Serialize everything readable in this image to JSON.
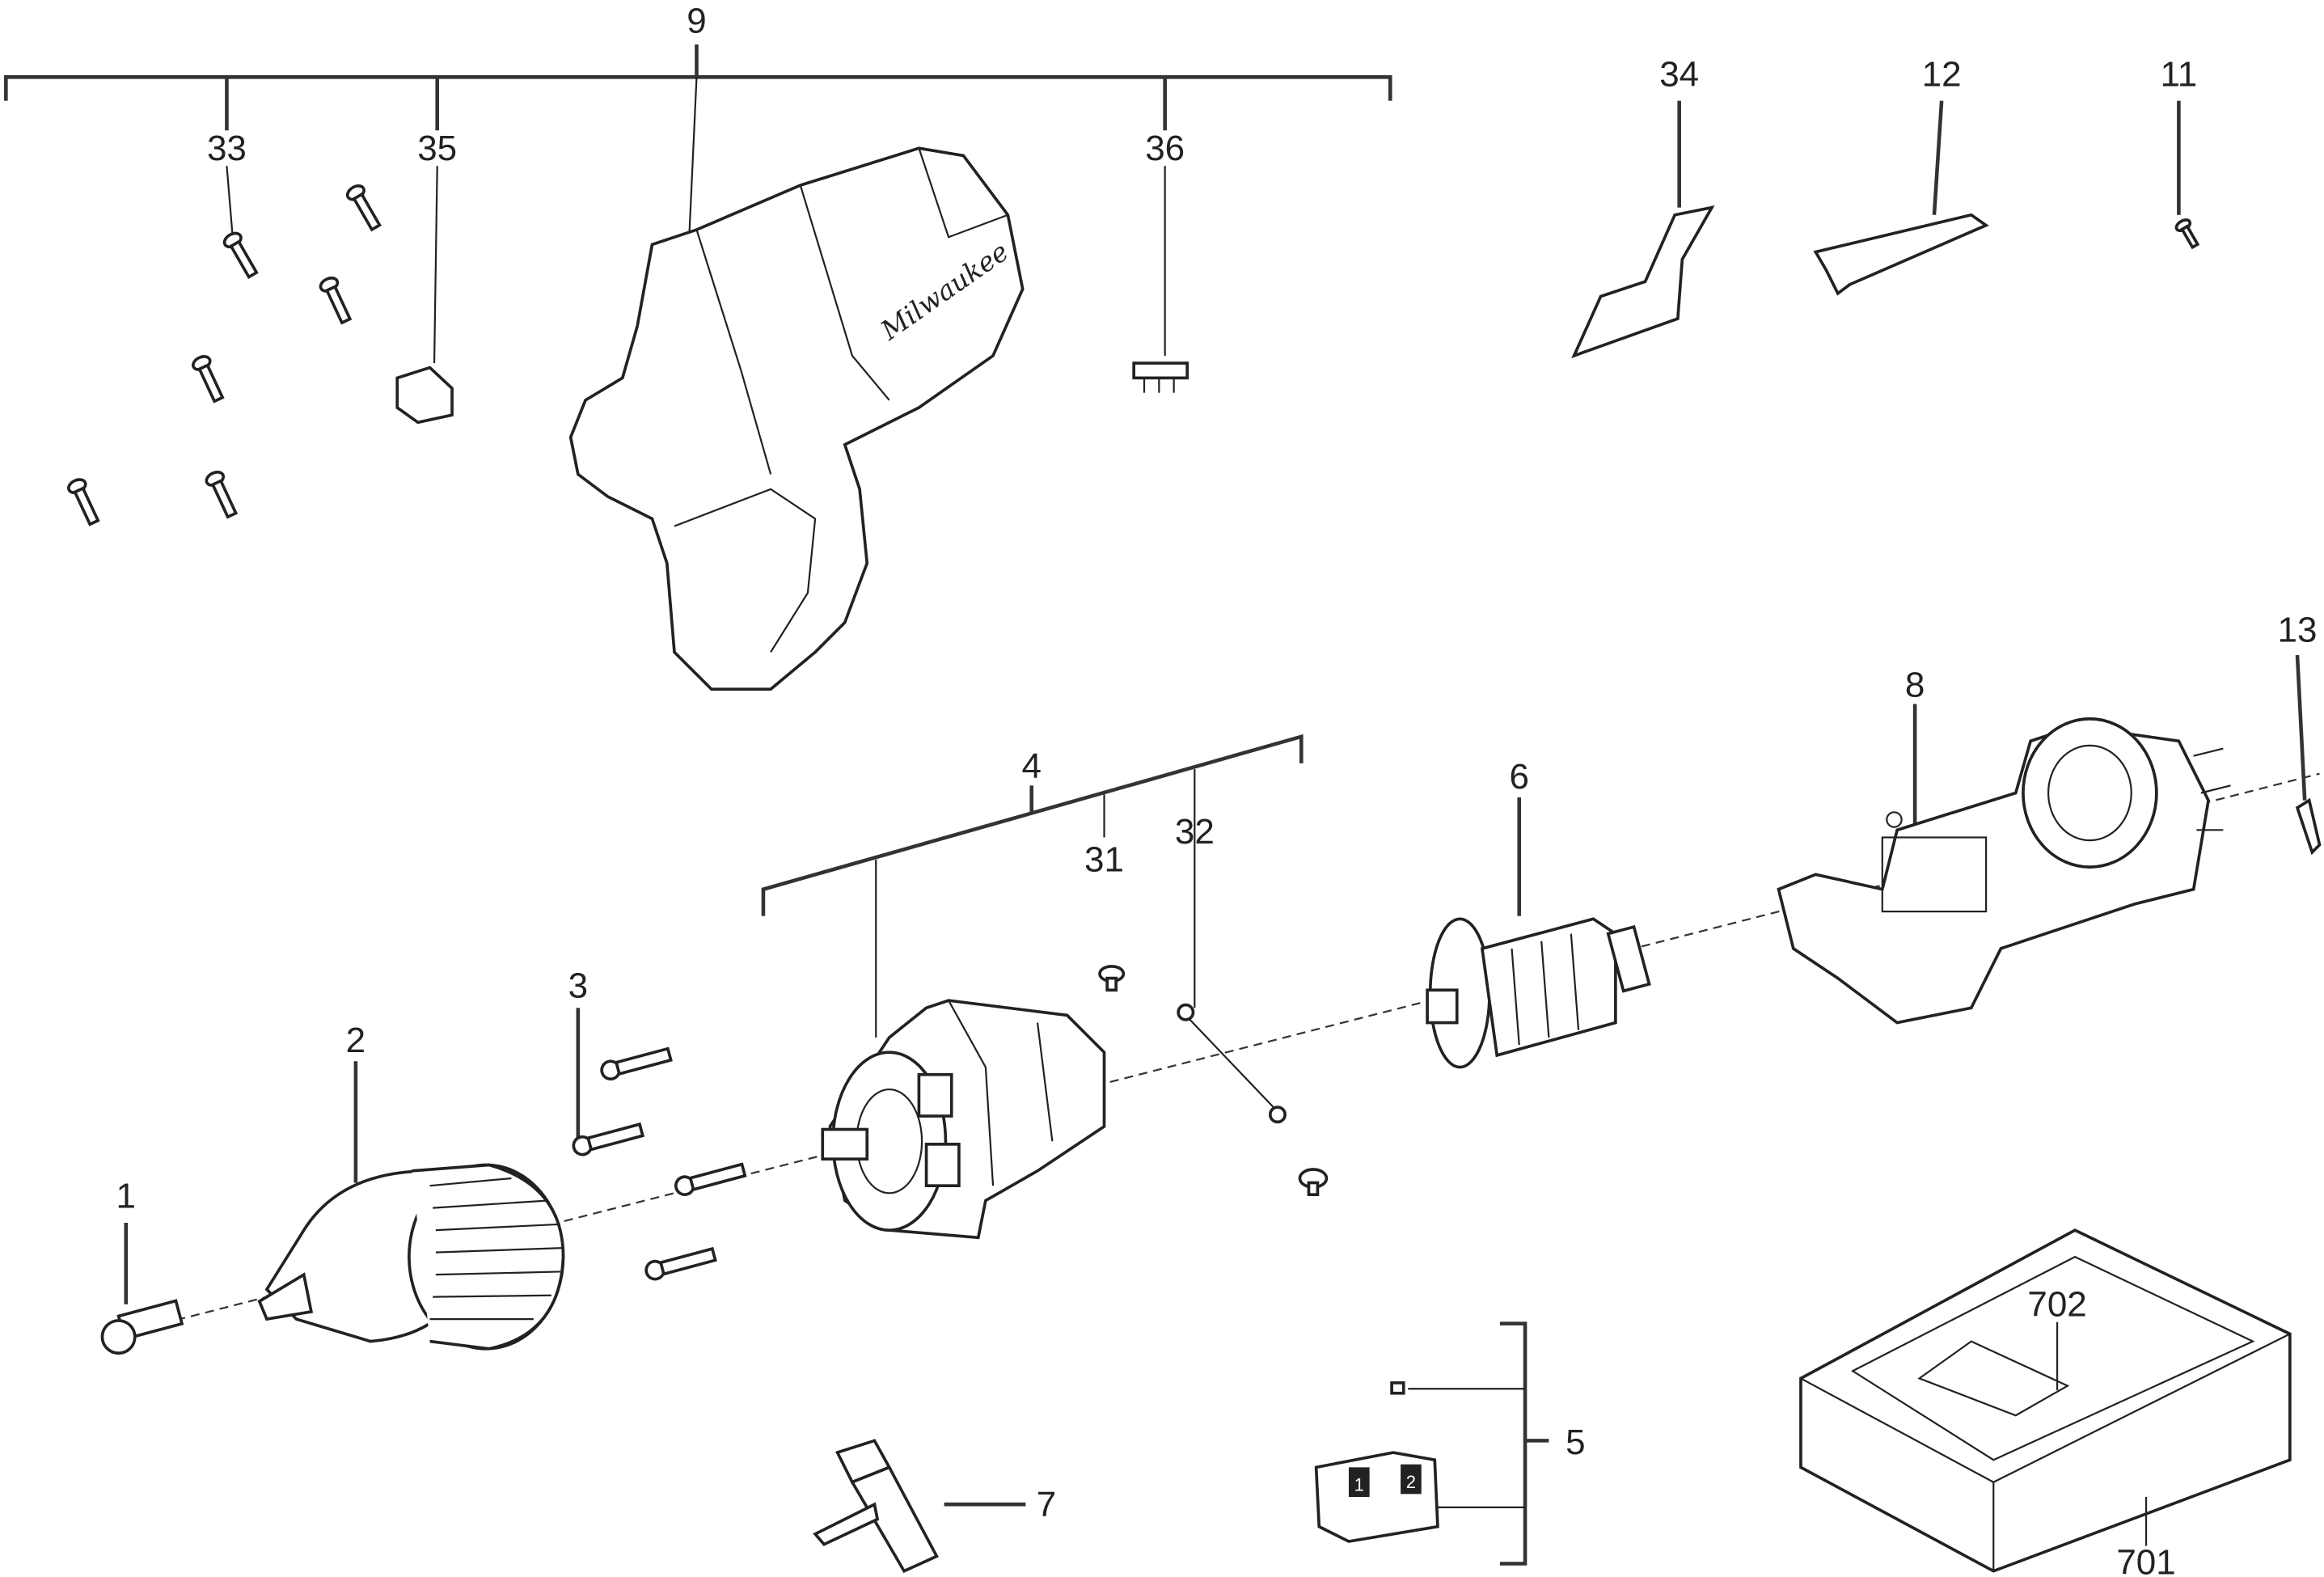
{
  "diagram": {
    "parts": {
      "p1": "1",
      "p2": "2",
      "p3": "3",
      "p4": "4",
      "p5": "5",
      "p6": "6",
      "p7": "7",
      "p8": "8",
      "p9": "9",
      "p11": "11",
      "p12": "12",
      "p13": "13",
      "p31": "31",
      "p32": "32",
      "p33": "33",
      "p34": "34",
      "p35": "35",
      "p36": "36",
      "p701": "701",
      "p702": "702"
    }
  }
}
